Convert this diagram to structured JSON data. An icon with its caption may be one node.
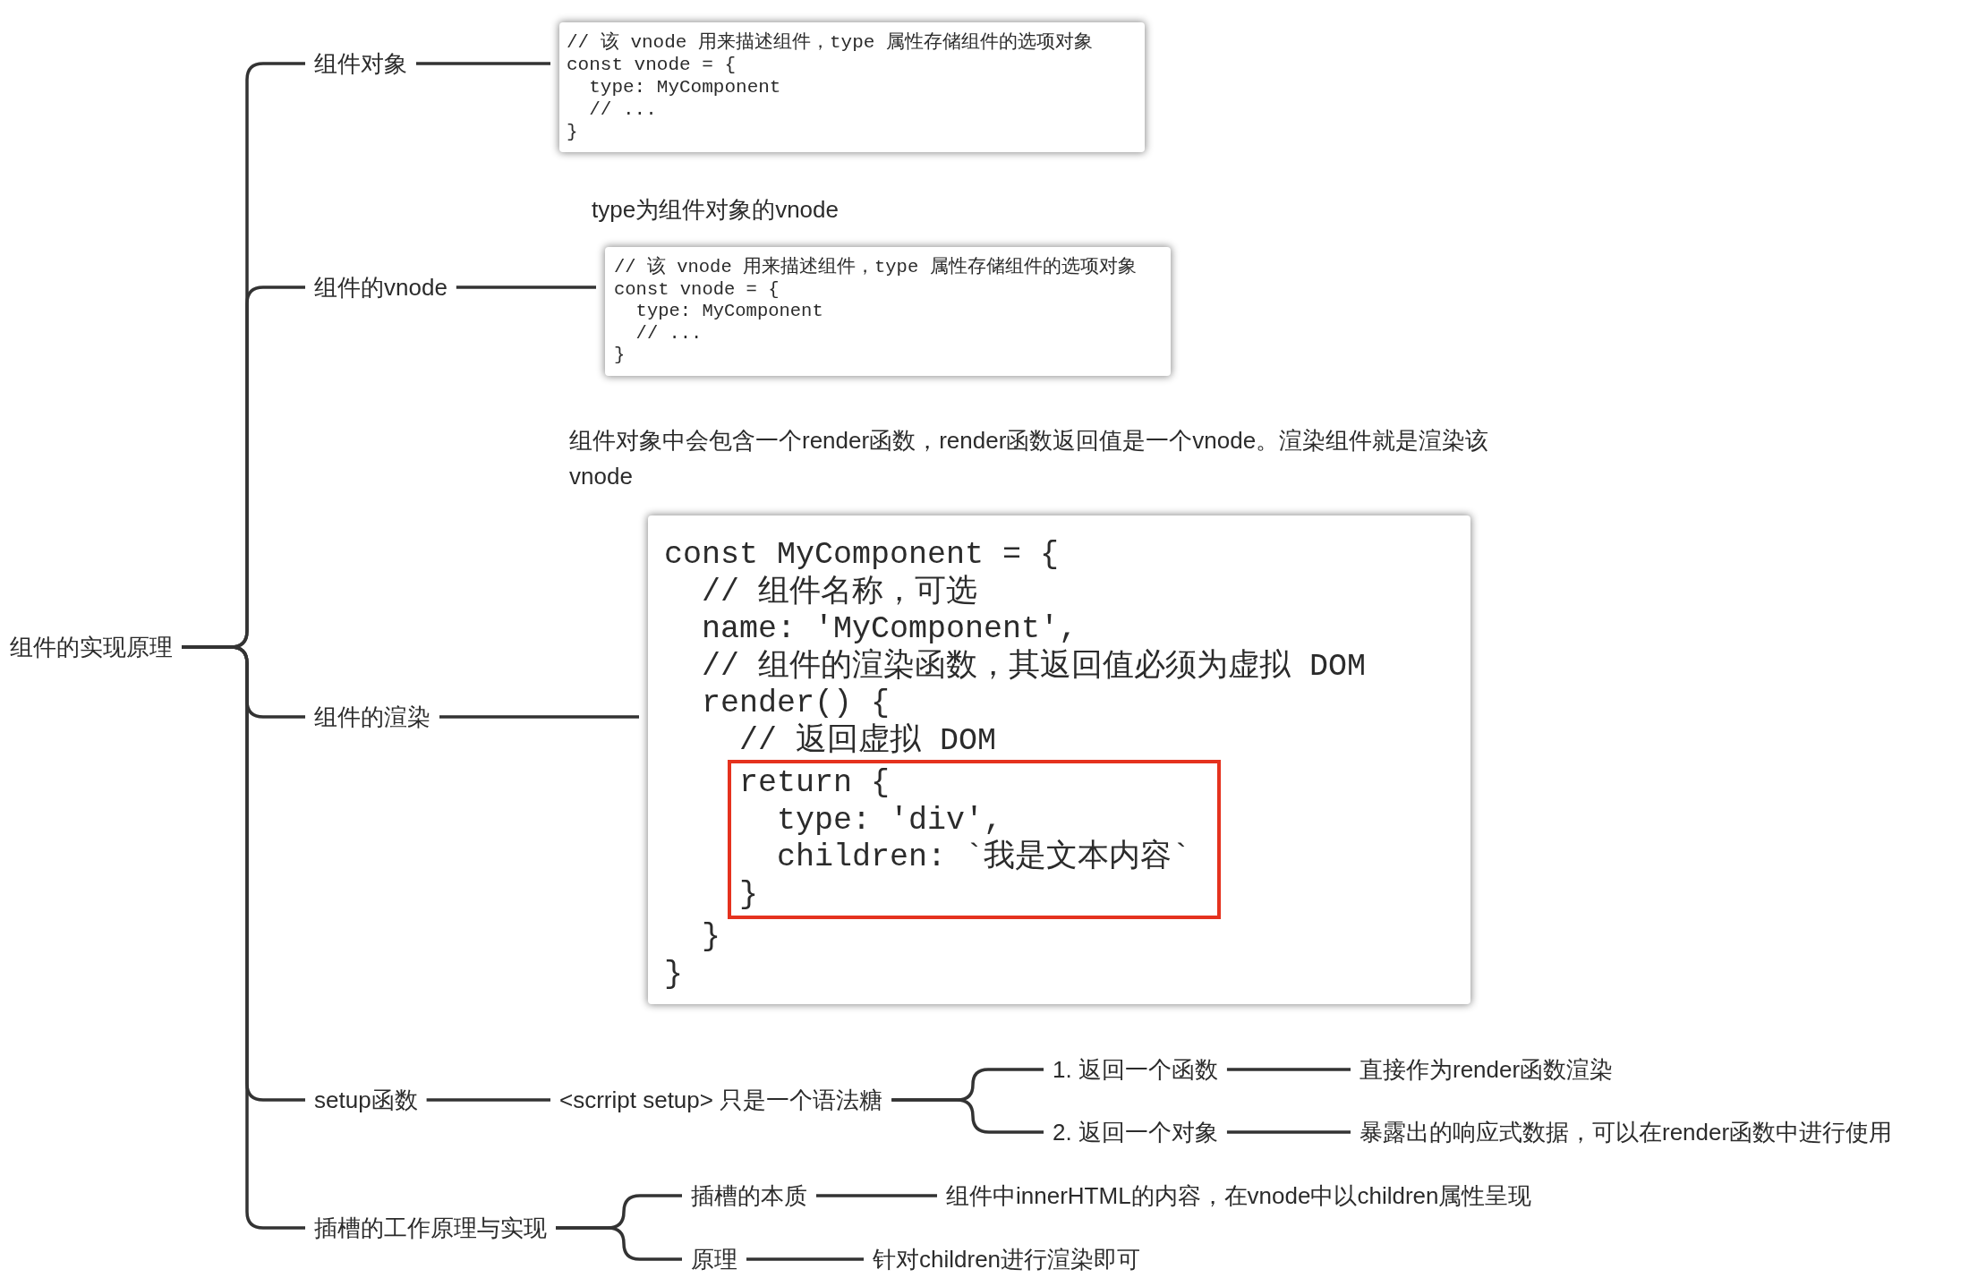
{
  "diagram": {
    "nodes": [
      {
        "text": [
          "组件的实现原理"
        ]
      },
      {
        "text": [
          "组件对象"
        ]
      },
      {
        "text": [
          "// 该 vnode 用来描述组件，type 属性存储组件的选项对象",
          "const vnode = {",
          "type: MyComponent",
          "// ...",
          "}"
        ]
      },
      {
        "text": [
          "组件的vnode"
        ]
      },
      {
        "text": [
          "// 该 vnode 用来描述组件，type 属性存储组件的选项对象",
          "const vnode = {",
          "type: MyComponent",
          "// ...",
          "}"
        ],
        "beside": [
          "type为组件对象的vnode"
        ]
      },
      {
        "text": [
          "组件的渲染"
        ]
      },
      {
        "text": [
          "const MyComponent = {",
          "// 组件名称，可选",
          "name: 'MyComponent',",
          "// 组件的渲染函数，其返回值必须为虚拟 DOM",
          "render() {",
          "// 返回虚拟 DOM",
          "}",
          "}"
        ],
        "beside": [
          "组件对象中会包含一个render函数，render函数返回值是一个vnode。渲染组件就是渲染该vnode"
        ]
      },
      {
        "text": [
          "return {",
          "type: 'div',",
          "children: `我是文本内容`",
          "}"
        ],
        "in": 6
      },
      {
        "text": [
          "setup函数"
        ]
      },
      {
        "text": [
          "<scrript setup> 只是一个语法糖"
        ]
      },
      {
        "text": [
          "1. 返回一个函数"
        ]
      },
      {
        "text": [
          "直接作为render函数渲染"
        ]
      },
      {
        "text": [
          "2. 返回一个对象"
        ]
      },
      {
        "text": [
          "暴露出的响应式数据，可以在render函数中进行使用"
        ]
      },
      {
        "text": [
          "插槽的工作原理与实现"
        ]
      },
      {
        "text": [
          "插槽的本质"
        ]
      },
      {
        "text": [
          "组件中innerHTML的内容，在vnode中以children属性呈现"
        ]
      },
      {
        "text": [
          "原理"
        ]
      },
      {
        "text": [
          "针对children进行渲染即可"
        ]
      }
    ],
    "edges": [
      {
        "from": 0,
        "to": 1,
        "arrow": "none"
      },
      {
        "from": 0,
        "to": 3,
        "arrow": "none"
      },
      {
        "from": 0,
        "to": 5,
        "arrow": "none"
      },
      {
        "from": 0,
        "to": 8,
        "arrow": "none"
      },
      {
        "from": 0,
        "to": 14,
        "arrow": "none"
      },
      {
        "from": 1,
        "to": 2,
        "arrow": "none"
      },
      {
        "from": 3,
        "to": 4,
        "arrow": "none"
      },
      {
        "from": 5,
        "to": 6,
        "arrow": "none"
      },
      {
        "from": 8,
        "to": 9,
        "arrow": "none"
      },
      {
        "from": 9,
        "to": 10,
        "arrow": "none"
      },
      {
        "from": 9,
        "to": 12,
        "arrow": "none"
      },
      {
        "from": 10,
        "to": 11,
        "arrow": "none"
      },
      {
        "from": 12,
        "to": 13,
        "arrow": "none"
      },
      {
        "from": 14,
        "to": 15,
        "arrow": "none"
      },
      {
        "from": 14,
        "to": 17,
        "arrow": "none"
      },
      {
        "from": 15,
        "to": 16,
        "arrow": "none"
      },
      {
        "from": 17,
        "to": 18,
        "arrow": "none"
      }
    ]
  }
}
